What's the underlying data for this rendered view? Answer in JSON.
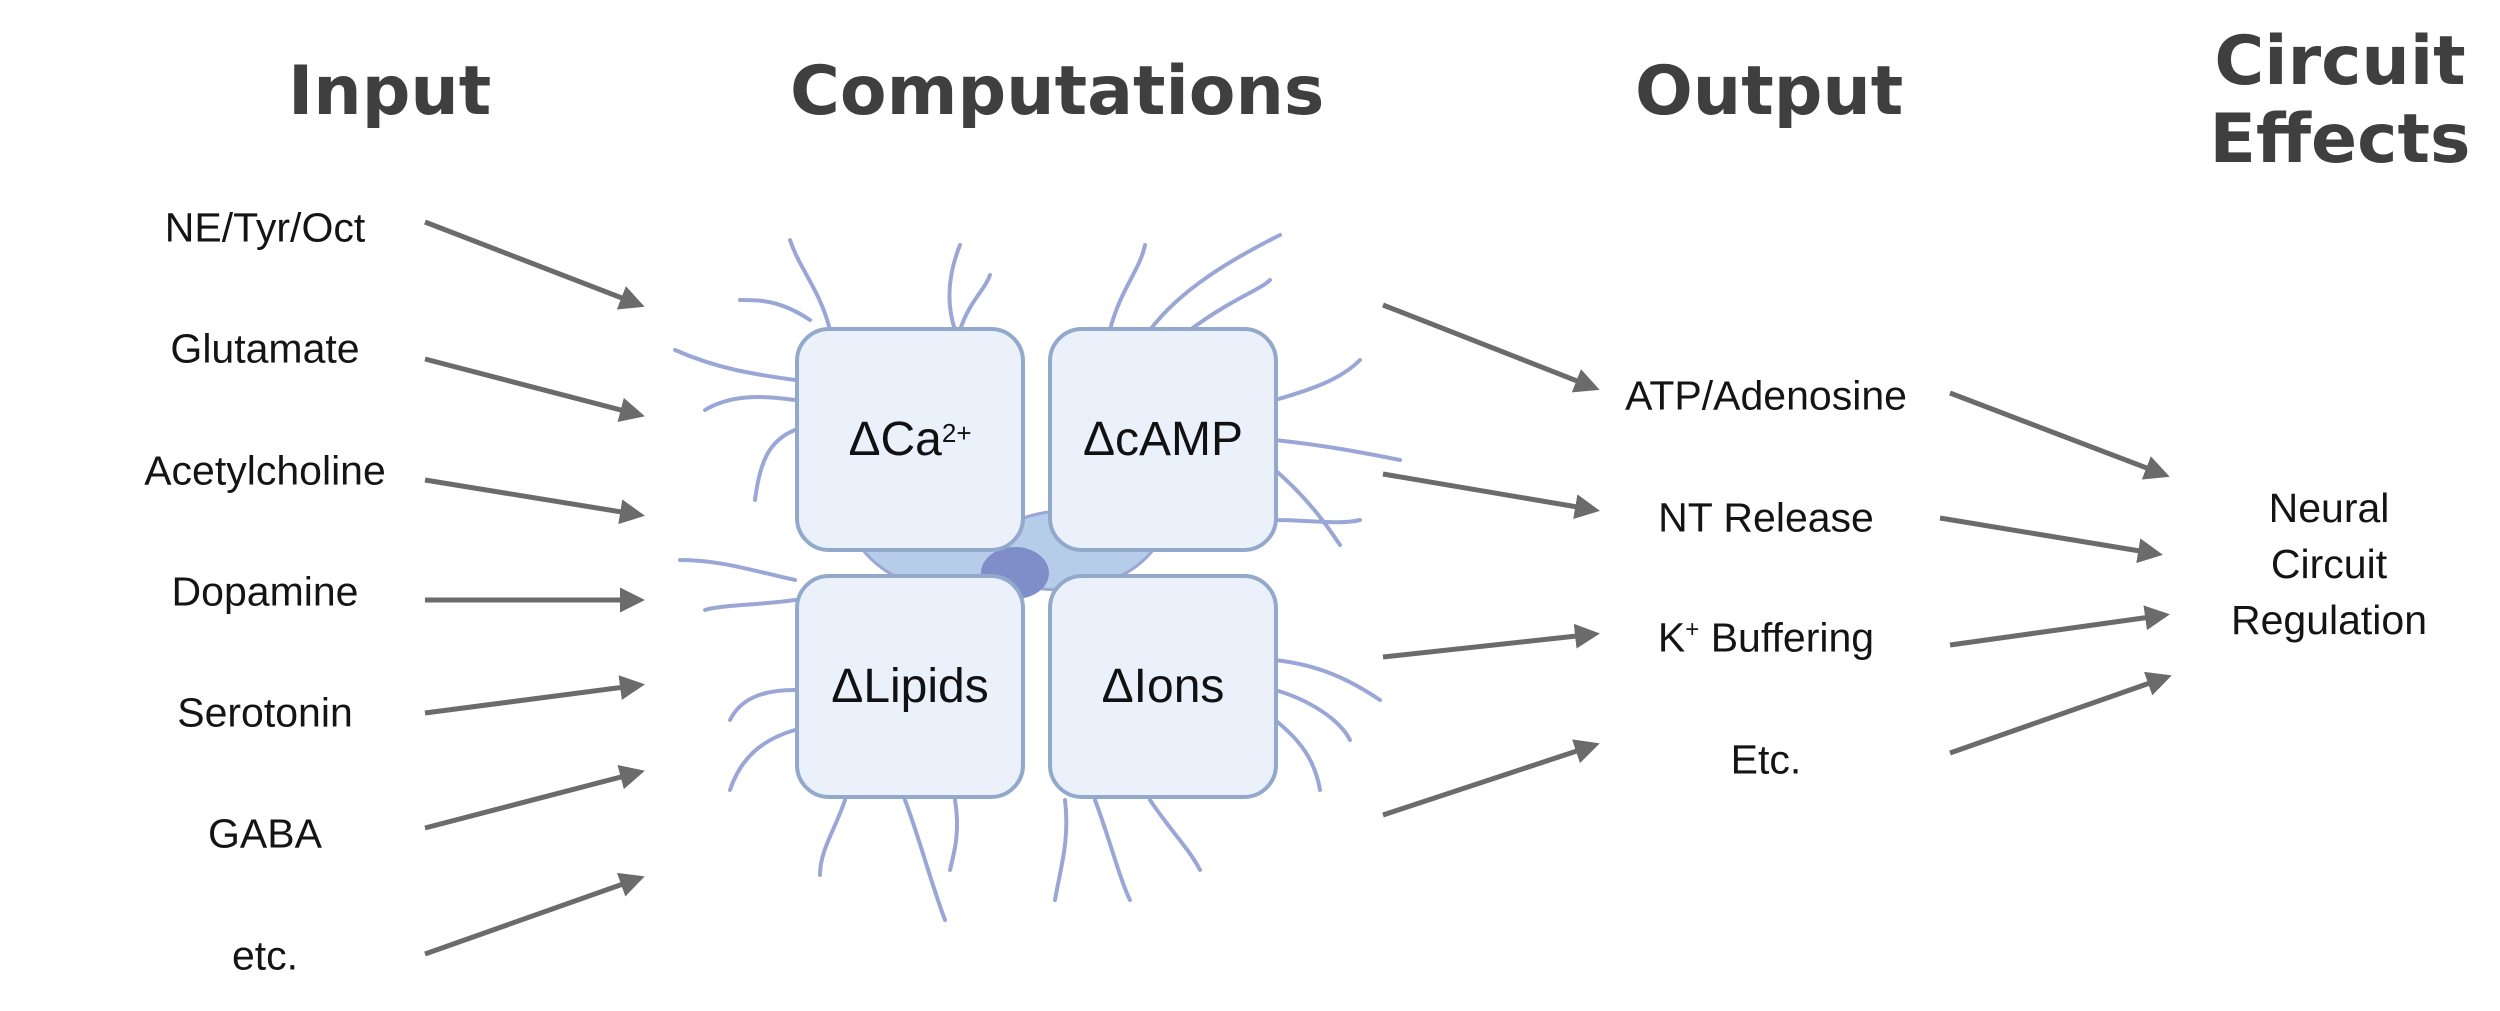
{
  "headings": {
    "input": "Input",
    "computations": "Computations",
    "output": "Output",
    "circuit_effects_line1": "Circuit",
    "circuit_effects_line2": "Effects"
  },
  "inputs": [
    "NE/Tyr/Oct",
    "Glutamate",
    "Acetylcholine",
    "Dopamine",
    "Serotonin",
    "GABA",
    "etc."
  ],
  "computations": {
    "calcium": {
      "prefix": "ΔCa",
      "superscript": "2+"
    },
    "camp": "ΔcAMP",
    "lipids": "ΔLipids",
    "ions": "ΔIons"
  },
  "outputs": {
    "atp": "ATP/Adenosine",
    "nt_release": "NT Release",
    "k_buffering_superscript_base": "K",
    "k_buffering_superscript": "+",
    "k_buffering_rest": " Buffering",
    "etc": "Etc."
  },
  "circuit_effects": {
    "line1": "Neural",
    "line2": "Circuit",
    "line3": "Regulation"
  },
  "colors": {
    "arrow": "#6b6b6b",
    "cell_process": "#9aa7d6",
    "cell_body": "#b6cdea",
    "nucleus": "#7f8ec9",
    "box_fill": "#eaf1fb",
    "box_border": "#93a9cc",
    "heading": "#3f3f3f"
  }
}
